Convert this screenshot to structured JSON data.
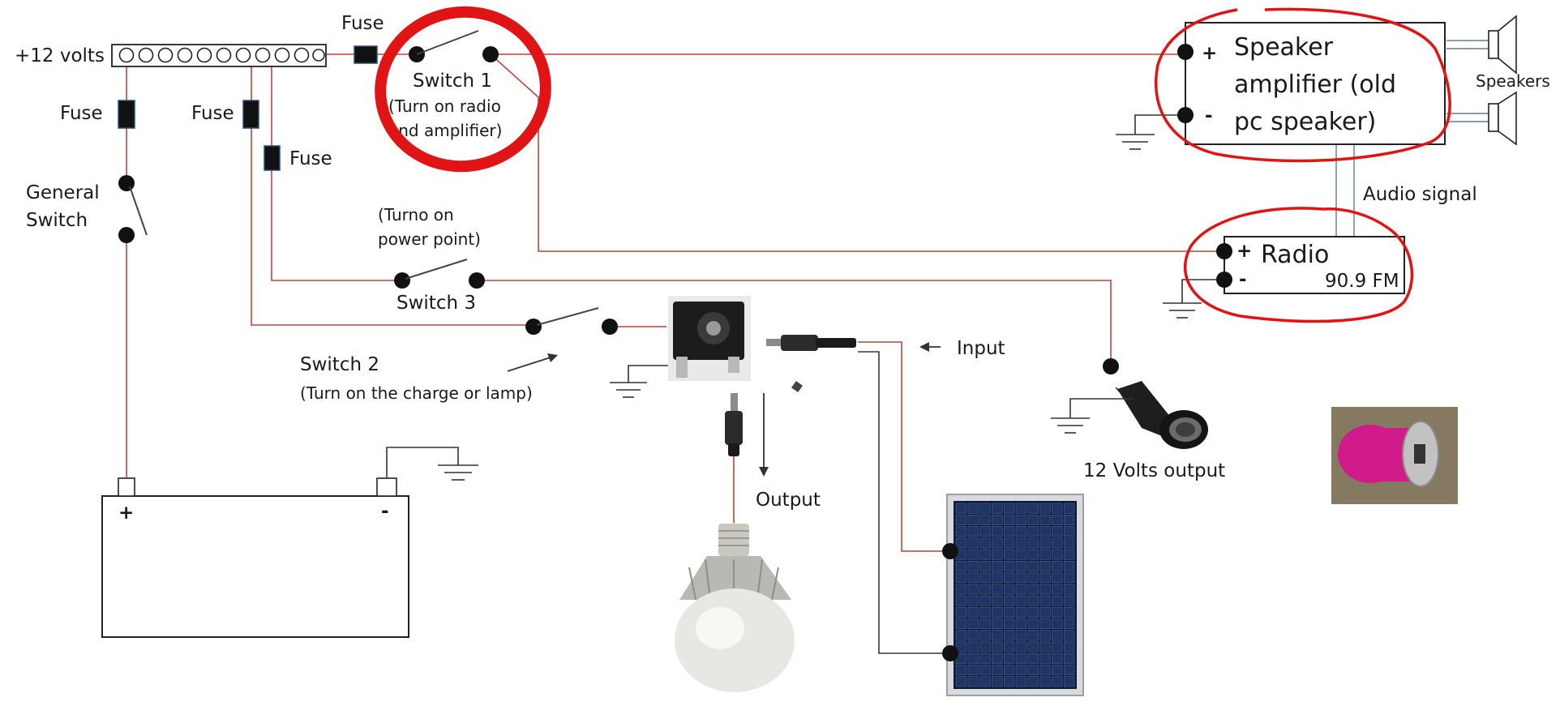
{
  "labels": {
    "volts_12": "+12 volts",
    "fuse": "Fuse",
    "switch1": "Switch 1",
    "switch1_desc_1": "(Turn on radio",
    "switch1_desc_2": "and amplifier)",
    "general_switch_1": "General",
    "general_switch_2": "Switch",
    "switch3_desc_1": "(Turno on",
    "switch3_desc_2": "power point)",
    "switch3": "Switch 3",
    "switch2": "Switch 2",
    "switch2_desc": "(Turn on the charge or lamp)",
    "amplifier_1": "Speaker",
    "amplifier_2": "amplifier (old",
    "amplifier_3": "pc speaker)",
    "speakers": "Speakers",
    "audio_signal": "Audio signal",
    "radio": "Radio",
    "radio_freq": "90.9 FM",
    "input": "Input",
    "output": "Output",
    "output_12v": "12 Volts output",
    "plus": "+",
    "minus": "-"
  },
  "colors": {
    "positive_wire": "#b8473f",
    "negative_wire": "#3a3a3a",
    "audio_wire": "#5e7f93",
    "highlight": "#e01414",
    "fuse_body": "#111111"
  },
  "icons": {
    "terminal_block": "terminal-strip-icon",
    "fuse": "fuse-icon",
    "switch": "switch-icon",
    "ground": "ground-icon",
    "battery": "battery-icon",
    "speaker": "speaker-icon",
    "dc_jack": "dc-jack-icon",
    "dc_plug": "dc-plug-icon",
    "bulb": "led-bulb-icon",
    "solar_panel": "solar-panel-icon",
    "lighter_socket": "cigarette-lighter-socket-icon",
    "usb_charger": "car-usb-charger-icon"
  }
}
